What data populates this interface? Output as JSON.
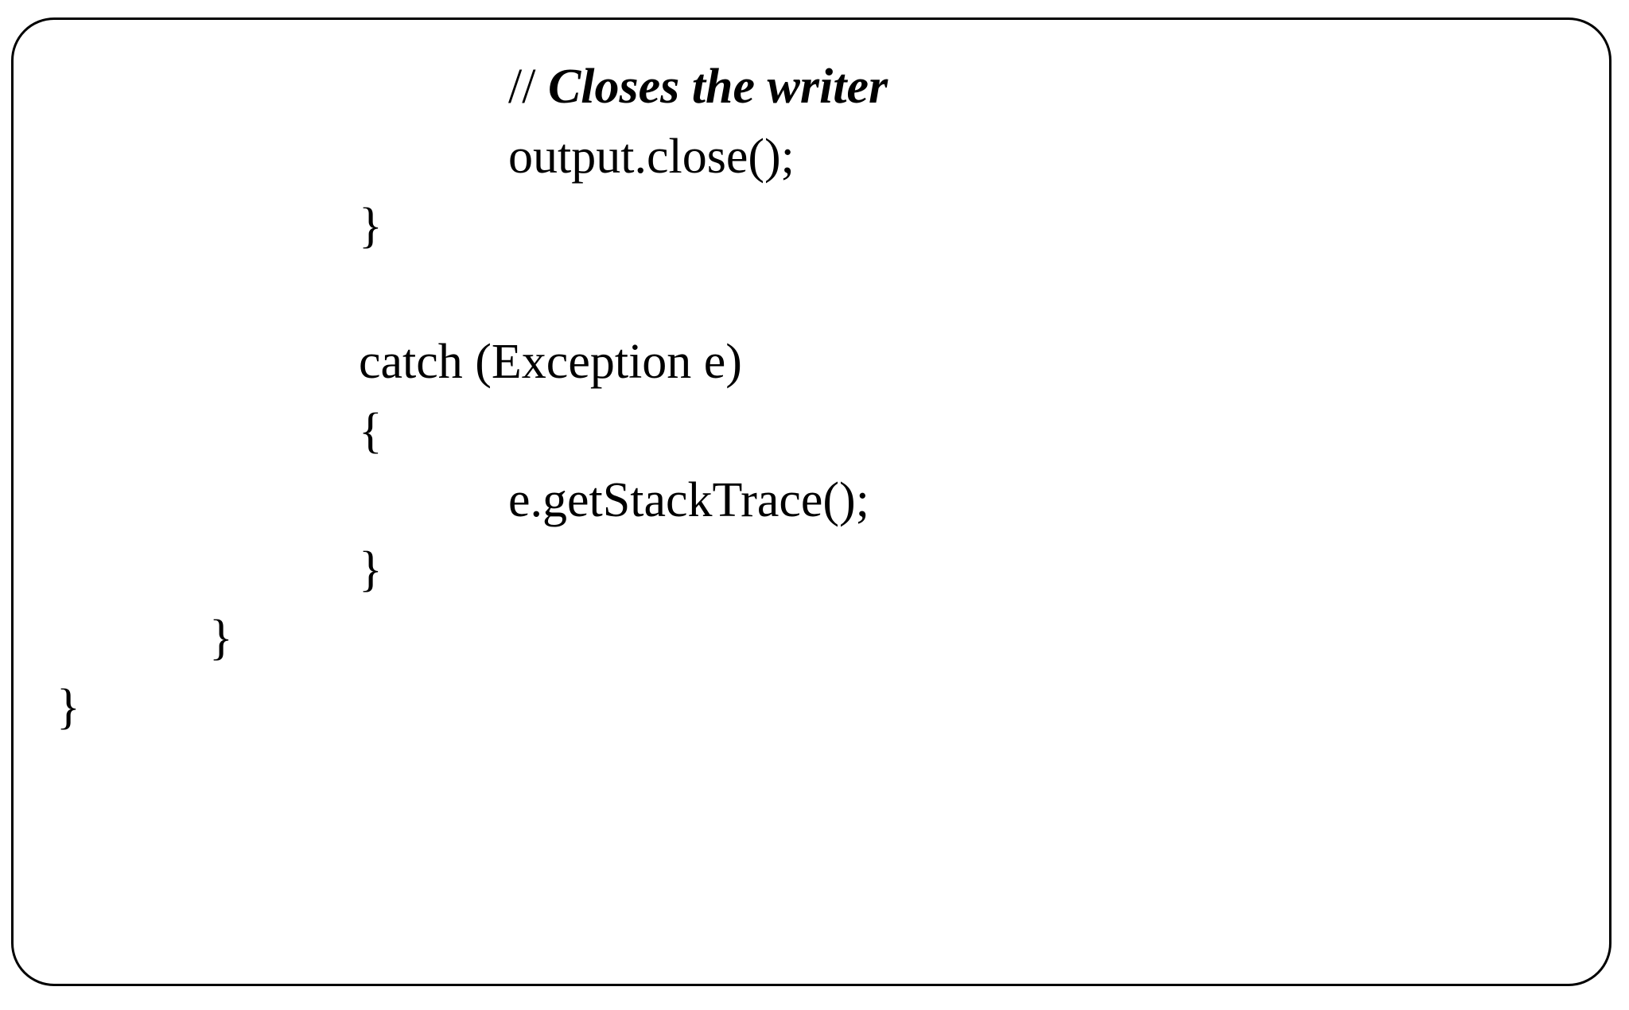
{
  "code": {
    "lines": [
      {
        "prefix": "//",
        "text": "Closes the writer"
      },
      {
        "text": "output.close();"
      },
      {
        "text": "}"
      },
      {
        "text": "catch (Exception e)"
      },
      {
        "text": "{"
      },
      {
        "text": "e.getStackTrace();"
      },
      {
        "text": "}"
      },
      {
        "text": "}"
      },
      {
        "text": "}"
      }
    ]
  }
}
